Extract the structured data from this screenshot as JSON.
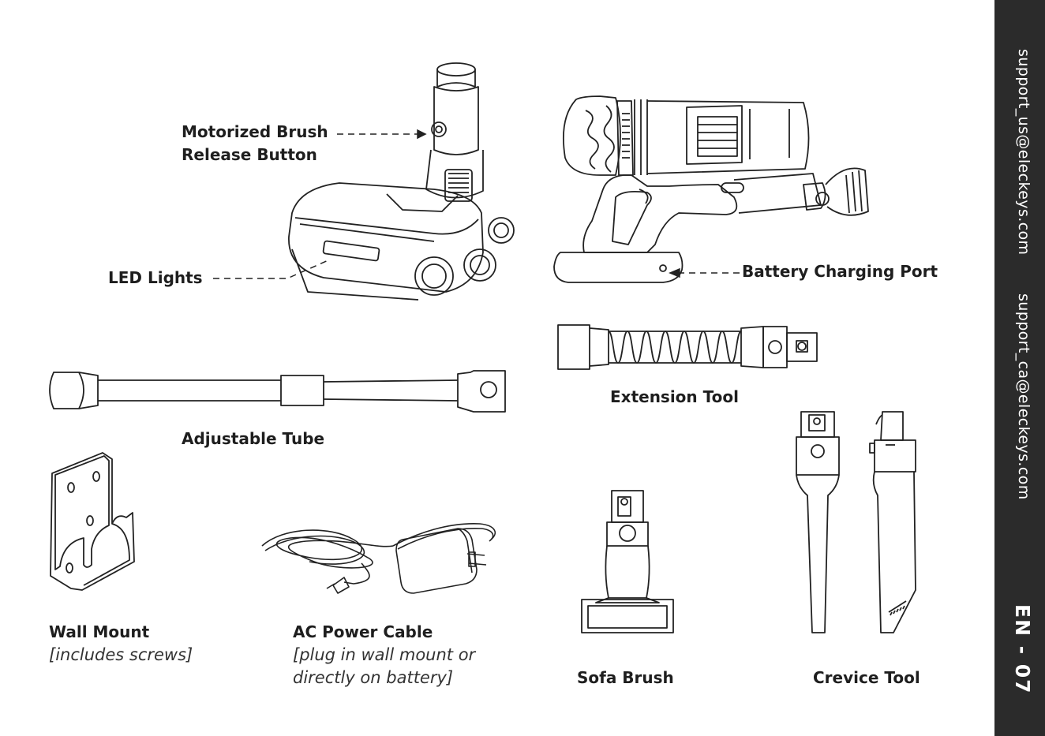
{
  "labels": {
    "motorized_brush_line1": "Motorized Brush",
    "motorized_brush_line2": "Release Button",
    "led_lights": "LED Lights",
    "battery_charging_port": "Battery Charging Port",
    "extension_tool": "Extension Tool",
    "adjustable_tube": "Adjustable Tube",
    "wall_mount": "Wall Mount",
    "wall_mount_note": "[includes screws]",
    "ac_power_cable": "AC Power Cable",
    "ac_power_note_line1": "[plug in wall mount or",
    "ac_power_note_line2": "directly on battery]",
    "sofa_brush": "Sofa Brush",
    "crevice_tool": "Crevice Tool"
  },
  "sidebar": {
    "email_us": "support_us@eleckeys.com",
    "email_ca": "support_ca@eleckeys.com",
    "page": "EN - 07"
  },
  "colors": {
    "sidebar_bg": "#2b2b2b",
    "sidebar_text": "#ffffff",
    "line_art": "#222222"
  }
}
